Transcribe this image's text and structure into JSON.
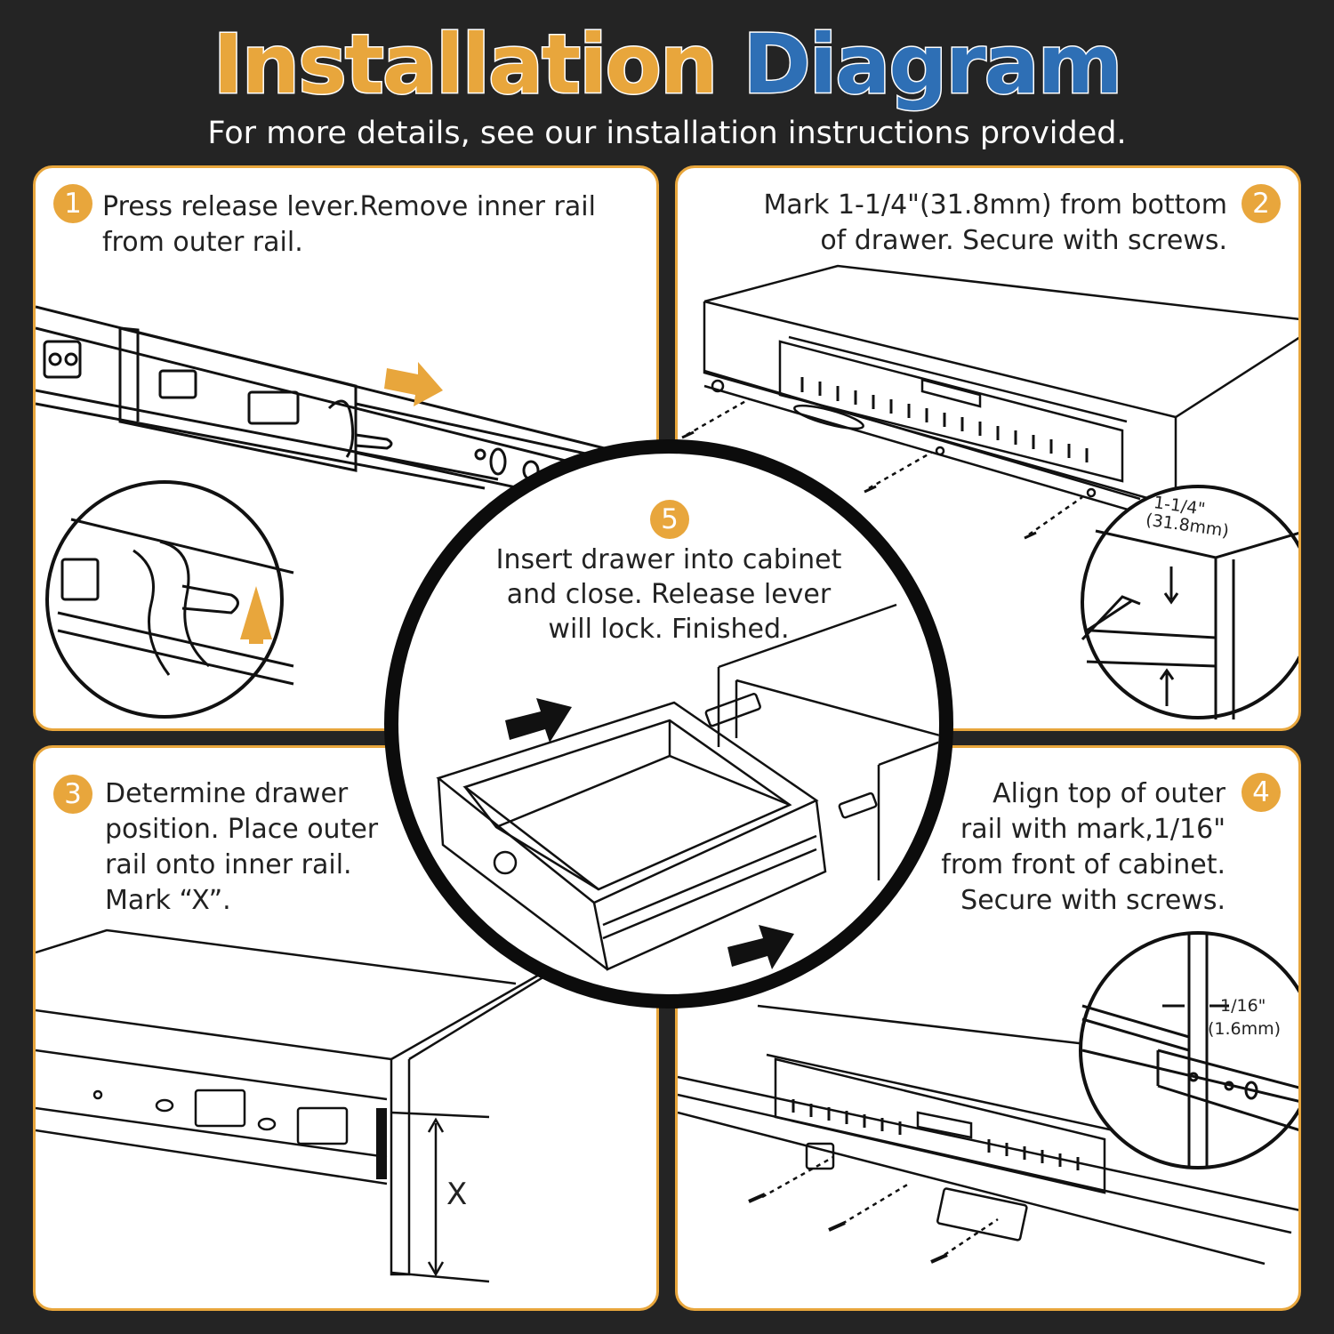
{
  "header": {
    "title_part1": "Installation",
    "title_part2": "Diagram",
    "subtitle": "For more details, see our installation instructions provided."
  },
  "colors": {
    "background": "#242424",
    "accent_orange": "#e8a63c",
    "accent_blue": "#2e6fb5",
    "panel": "#ffffff"
  },
  "steps": [
    {
      "number": "1",
      "text_lines": [
        "Press release lever.Remove inner rail",
        "from outer rail."
      ]
    },
    {
      "number": "2",
      "text_lines": [
        "Mark 1-1/4\"(31.8mm) from bottom",
        "of drawer. Secure with screws."
      ]
    },
    {
      "number": "3",
      "text_lines": [
        "Determine drawer",
        "position. Place outer",
        "rail onto inner rail.",
        "Mark “X”."
      ]
    },
    {
      "number": "4",
      "text_lines": [
        "Align top of outer",
        "rail with mark,1/16\"",
        "from front of cabinet.",
        "Secure with screws."
      ]
    },
    {
      "number": "5",
      "text_lines": [
        "Insert drawer into cabinet",
        "and close. Release lever",
        "will lock. Finished."
      ]
    }
  ],
  "dimensions": {
    "step2_inch": "1-1/4\"",
    "step2_mm": "(31.8mm)",
    "step3_mark": "X",
    "step4_inch": "1/16\"",
    "step4_mm": "(1.6mm)"
  },
  "icons": [
    "orange-arrow-right-icon",
    "orange-arrow-up-icon",
    "black-arrow-icon",
    "screw-icon",
    "knob-icon"
  ]
}
